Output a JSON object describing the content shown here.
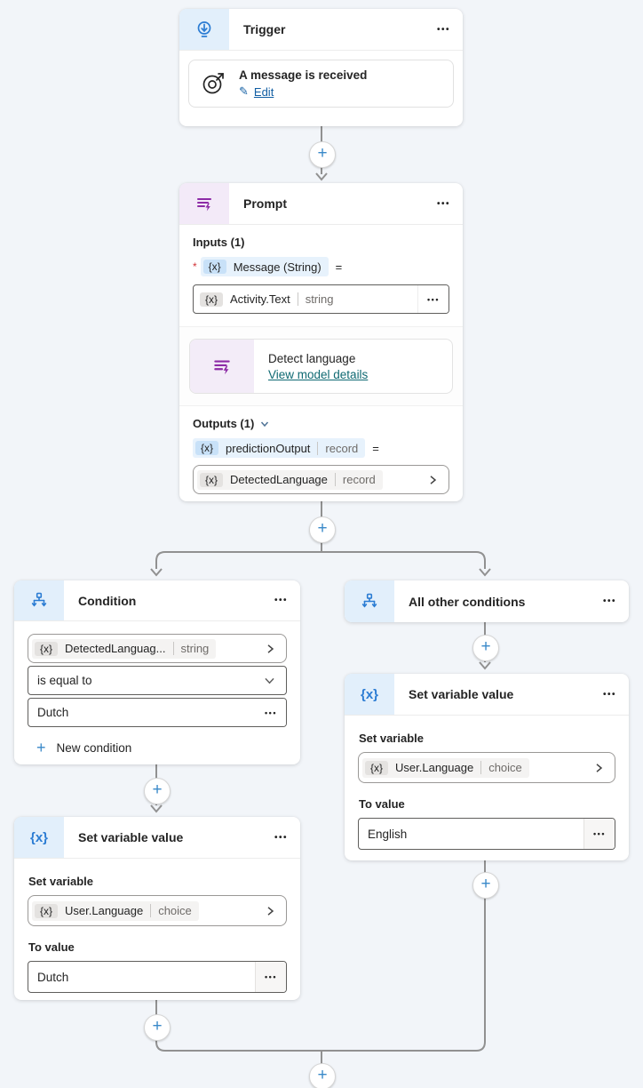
{
  "icons": {
    "more": "•••",
    "plus": "+",
    "edit_pencil": "✎",
    "required_asterisk": "*",
    "equals": "="
  },
  "trigger": {
    "title": "Trigger",
    "item": {
      "title": "A message is received",
      "edit_label": "Edit"
    }
  },
  "prompt": {
    "title": "Prompt",
    "inputs_label": "Inputs (1)",
    "message": {
      "fx": "{x}",
      "name": "Message (String)"
    },
    "message_value": {
      "fx": "{x}",
      "name": "Activity.Text",
      "type": "string"
    },
    "model": {
      "title": "Detect language",
      "link": "View model details"
    },
    "outputs_label": "Outputs (1)",
    "output": {
      "fx": "{x}",
      "name": "predictionOutput",
      "type": "record"
    },
    "output_value": {
      "fx": "{x}",
      "name": "DetectedLanguage",
      "type": "record"
    }
  },
  "condition": {
    "title": "Condition",
    "operand": {
      "fx": "{x}",
      "name": "DetectedLanguag...",
      "type": "string"
    },
    "operator": "is equal to",
    "value": "Dutch",
    "new_condition_label": "New condition"
  },
  "all_other_conditions": {
    "title": "All other conditions"
  },
  "set_variable_left": {
    "title": "Set variable value",
    "header_icon": "{x}",
    "set_variable_label": "Set variable",
    "variable": {
      "fx": "{x}",
      "name": "User.Language",
      "type": "choice"
    },
    "to_value_label": "To value",
    "value": "Dutch"
  },
  "set_variable_right": {
    "title": "Set variable value",
    "header_icon": "{x}",
    "set_variable_label": "Set variable",
    "variable": {
      "fx": "{x}",
      "name": "User.Language",
      "type": "choice"
    },
    "to_value_label": "To value",
    "value": "English"
  },
  "colors": {
    "canvas_bg": "#f2f5f9",
    "accent_blue": "#2b7cd3",
    "accent_purple": "#8d2ba6",
    "link_blue": "#115ea3",
    "link_teal": "#0e6972",
    "connector_gray": "#919191",
    "plus_blue": "#3a89c9",
    "required_red": "#d13438"
  }
}
